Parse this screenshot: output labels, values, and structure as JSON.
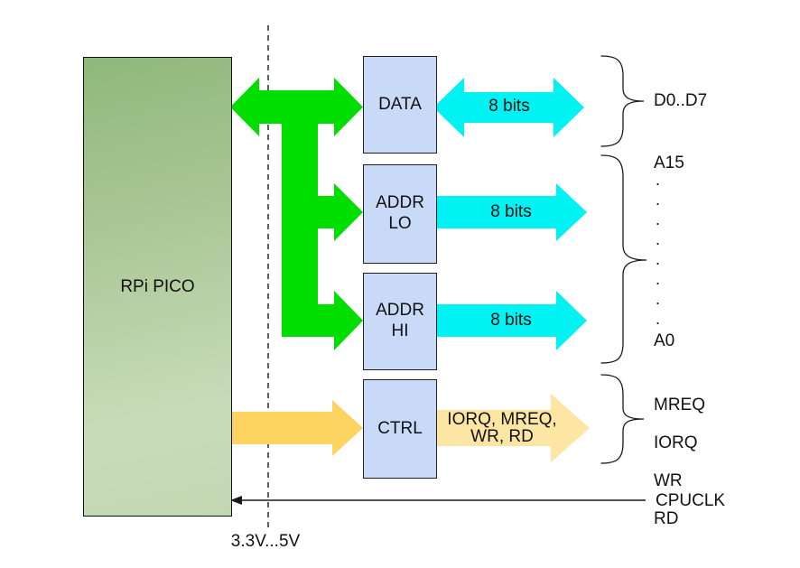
{
  "diagram": {
    "pico": {
      "label": "RPi PICO"
    },
    "voltage_label": "3.3V...5V",
    "blocks": [
      {
        "id": "data",
        "label": "DATA"
      },
      {
        "id": "addr-lo",
        "label": "ADDR\nLO"
      },
      {
        "id": "addr-hi",
        "label": "ADDR\nHI"
      },
      {
        "id": "ctrl",
        "label": "CTRL"
      }
    ],
    "buses": {
      "data_bus": {
        "label": "8 bits",
        "direction": "bidirectional"
      },
      "addr_lo_bus": {
        "label": "8 bits",
        "direction": "right"
      },
      "addr_hi_bus": {
        "label": "8 bits",
        "direction": "right"
      },
      "ctrl_bus": {
        "label": "IORQ, MREQ,\nWR, RD",
        "direction": "right"
      }
    },
    "signals": {
      "data": "D0..D7",
      "addr_top": "A15",
      "addr_dots": ".\n.\n.\n.\n.\n.\n.\n.",
      "addr_bottom": "A0",
      "ctrl": [
        "MREQ",
        "IORQ",
        "WR",
        "RD"
      ],
      "clock": "CPUCLK"
    },
    "colors": {
      "green_bus": "#00DE00",
      "cyan_bus": "#00F2F2",
      "yellow_bus": "#FCD45F",
      "light_yellow_bus": "#FDE5A3",
      "block_fill": "#C9DAF8",
      "pico_fill_top": "#8FB87D",
      "pico_fill_bottom": "#C9DCBA",
      "line_color": "#1a1a1a"
    }
  }
}
